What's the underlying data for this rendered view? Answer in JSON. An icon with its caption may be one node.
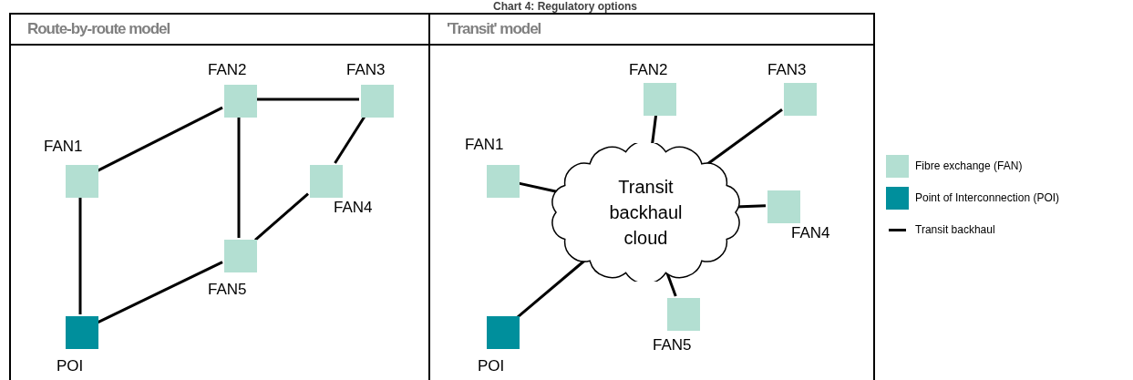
{
  "diagram": {
    "title": "Chart 4: Regulatory options",
    "nodes": [
      {
        "text": [
          "Route-by-route model"
        ]
      },
      {
        "text": [
          "FAN1"
        ],
        "in": 0
      },
      {
        "text": [
          "FAN2"
        ],
        "in": 0
      },
      {
        "text": [
          "FAN3"
        ],
        "in": 0
      },
      {
        "text": [
          "FAN4"
        ],
        "in": 0
      },
      {
        "text": [
          "FAN5"
        ],
        "in": 0
      },
      {
        "text": [
          "POI"
        ],
        "in": 0
      },
      {
        "text": [
          "'Transit' model"
        ]
      },
      {
        "text": [
          "FAN1"
        ],
        "in": 7
      },
      {
        "text": [
          "FAN2"
        ],
        "in": 7
      },
      {
        "text": [
          "FAN3"
        ],
        "in": 7
      },
      {
        "text": [
          "Transit backhaul cloud"
        ],
        "in": 7
      },
      {
        "text": [
          "FAN4"
        ],
        "in": 7
      },
      {
        "text": [
          "FAN5"
        ],
        "in": 7
      },
      {
        "text": [
          "POI"
        ],
        "in": 7
      }
    ],
    "edges": [
      {
        "from": 1,
        "to": 2,
        "arrow": "none"
      },
      {
        "from": 2,
        "to": 3,
        "arrow": "none"
      },
      {
        "from": 2,
        "to": 5,
        "arrow": "none"
      },
      {
        "from": 3,
        "to": 4,
        "arrow": "none"
      },
      {
        "from": 4,
        "to": 5,
        "arrow": "none"
      },
      {
        "from": 1,
        "to": 6,
        "arrow": "none"
      },
      {
        "from": 6,
        "to": 5,
        "arrow": "none"
      },
      {
        "from": 8,
        "to": 11,
        "arrow": "none"
      },
      {
        "from": 9,
        "to": 11,
        "arrow": "none"
      },
      {
        "from": 10,
        "to": 11,
        "arrow": "none"
      },
      {
        "from": 12,
        "to": 11,
        "arrow": "none"
      },
      {
        "from": 13,
        "to": 11,
        "arrow": "none"
      },
      {
        "from": 14,
        "to": 11,
        "arrow": "none"
      }
    ],
    "legend": [
      {
        "text": "Fibre exchange (FAN)",
        "color": "#b3dfd2"
      },
      {
        "text": "Point of Interconnection (POI)",
        "color": "#008f9c"
      },
      {
        "text": "Transit backhaul"
      }
    ]
  }
}
